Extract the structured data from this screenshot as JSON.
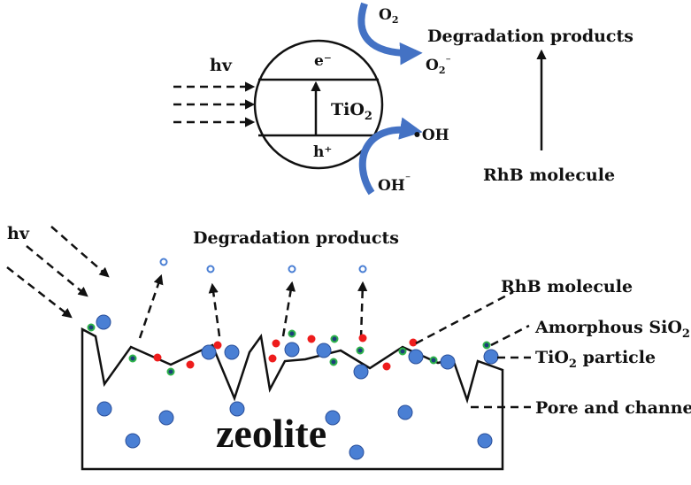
{
  "top_mechanism": {
    "light_label": "hv",
    "electron_label": "e⁻",
    "hole_label": "h⁺",
    "catalyst_label": "TiO",
    "catalyst_sub": "2",
    "o2_label": "O",
    "o2_sub": "2",
    "superoxide_label": "O",
    "superoxide_sub": "2",
    "superoxide_sup": "⁻",
    "hydroxyl_radical_label": "•OH",
    "hydroxide_label": "OH",
    "hydroxide_sup": "⁻",
    "degradation_label": "Degradation products",
    "rhb_label": "RhB molecule",
    "arrow_color": "#4472c4"
  },
  "bottom_zeolite": {
    "light_label": "hv",
    "degradation_label": "Degradation products",
    "rhb_label": "RhB molecule",
    "sio2_label": "Amorphous SiO",
    "sio2_sub": "2",
    "tio2_particle_label": "TiO",
    "tio2_particle_sub": "2",
    "tio2_particle_suffix": " particle",
    "pore_label": "Pore and channel",
    "zeolite_label": "zeolite",
    "tio2_color": "#4a7fd4",
    "rhb_color": "#ee1c1c",
    "sio2_color": "#2db34a"
  }
}
